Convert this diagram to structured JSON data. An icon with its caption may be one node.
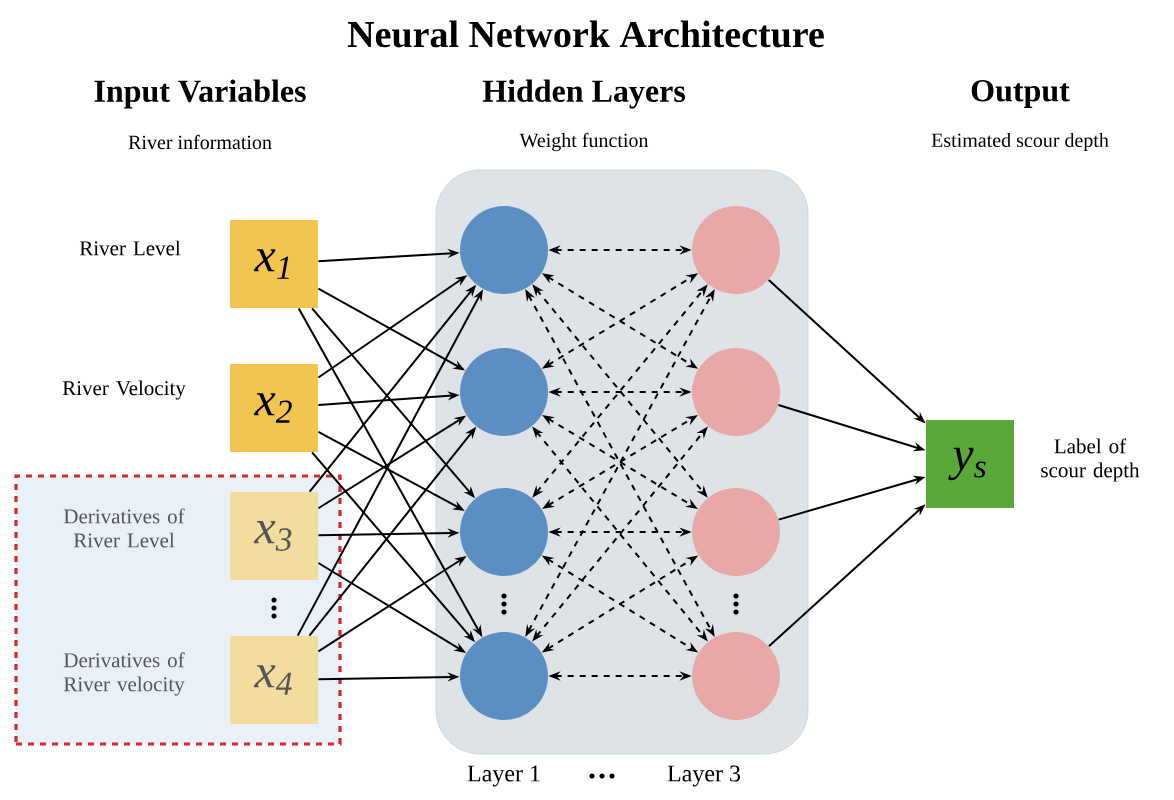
{
  "diagram": {
    "title": "Neural Network Architecture",
    "nodes": [
      {
        "text": [
          "x$_{1}$"
        ],
        "beside": [
          "River Level"
        ]
      },
      {
        "text": [
          "x$_{2}$"
        ],
        "beside": [
          "River Velocity"
        ]
      },
      {
        "text": [],
        "shape": "box"
      },
      {
        "text": [
          "x$_{3}$"
        ],
        "beside": [
          "Derivatives of River Level"
        ],
        "in": 2
      },
      {
        "text": [
          "x$_{4}$"
        ],
        "beside": [
          "Derivatives of River velocity"
        ],
        "in": 2
      },
      {
        "text": [],
        "shape": "box"
      },
      {
        "text": [],
        "shape": "circle",
        "in": 5
      },
      {
        "text": [],
        "shape": "circle",
        "in": 5
      },
      {
        "text": [],
        "shape": "circle",
        "in": 5
      },
      {
        "text": [],
        "shape": "circle",
        "in": 5
      },
      {
        "text": [],
        "shape": "circle",
        "in": 5
      },
      {
        "text": [],
        "shape": "circle",
        "in": 5
      },
      {
        "text": [],
        "shape": "circle",
        "in": 5
      },
      {
        "text": [],
        "shape": "circle",
        "in": 5
      },
      {
        "text": [
          "y$_{s}$"
        ],
        "beside": [
          "Label of scour depth"
        ]
      }
    ],
    "edges": [
      {
        "from": 0,
        "to": 6,
        "arrow": "to"
      },
      {
        "from": 0,
        "to": 7,
        "arrow": "to"
      },
      {
        "from": 0,
        "to": 8,
        "arrow": "to"
      },
      {
        "from": 0,
        "to": 9,
        "arrow": "to"
      },
      {
        "from": 1,
        "to": 6,
        "arrow": "to"
      },
      {
        "from": 1,
        "to": 7,
        "arrow": "to"
      },
      {
        "from": 1,
        "to": 8,
        "arrow": "to"
      },
      {
        "from": 1,
        "to": 9,
        "arrow": "to"
      },
      {
        "from": 3,
        "to": 6,
        "arrow": "to"
      },
      {
        "from": 3,
        "to": 7,
        "arrow": "to"
      },
      {
        "from": 3,
        "to": 8,
        "arrow": "to"
      },
      {
        "from": 3,
        "to": 9,
        "arrow": "to"
      },
      {
        "from": 4,
        "to": 6,
        "arrow": "to"
      },
      {
        "from": 4,
        "to": 7,
        "arrow": "to"
      },
      {
        "from": 4,
        "to": 8,
        "arrow": "to"
      },
      {
        "from": 4,
        "to": 9,
        "arrow": "to"
      },
      {
        "from": 6,
        "to": 10,
        "arrow": "both",
        "style": "dashed"
      },
      {
        "from": 6,
        "to": 11,
        "arrow": "both",
        "style": "dashed"
      },
      {
        "from": 6,
        "to": 12,
        "arrow": "both",
        "style": "dashed"
      },
      {
        "from": 6,
        "to": 13,
        "arrow": "both",
        "style": "dashed"
      },
      {
        "from": 7,
        "to": 10,
        "arrow": "both",
        "style": "dashed"
      },
      {
        "from": 7,
        "to": 11,
        "arrow": "both",
        "style": "dashed"
      },
      {
        "from": 7,
        "to": 12,
        "arrow": "both",
        "style": "dashed"
      },
      {
        "from": 7,
        "to": 13,
        "arrow": "both",
        "style": "dashed"
      },
      {
        "from": 8,
        "to": 10,
        "arrow": "both",
        "style": "dashed"
      },
      {
        "from": 8,
        "to": 11,
        "arrow": "both",
        "style": "dashed"
      },
      {
        "from": 8,
        "to": 12,
        "arrow": "both",
        "style": "dashed"
      },
      {
        "from": 8,
        "to": 13,
        "arrow": "both",
        "style": "dashed"
      },
      {
        "from": 9,
        "to": 10,
        "arrow": "both",
        "style": "dashed"
      },
      {
        "from": 9,
        "to": 11,
        "arrow": "both",
        "style": "dashed"
      },
      {
        "from": 9,
        "to": 12,
        "arrow": "both",
        "style": "dashed"
      },
      {
        "from": 9,
        "to": 13,
        "arrow": "both",
        "style": "dashed"
      },
      {
        "from": 10,
        "to": 14,
        "arrow": "to"
      },
      {
        "from": 11,
        "to": 14,
        "arrow": "to"
      },
      {
        "from": 12,
        "to": 14,
        "arrow": "to"
      },
      {
        "from": 13,
        "to": 14,
        "arrow": "to"
      }
    ],
    "labels": [
      "Input Variables",
      "River information",
      "Hidden Layers",
      "Weight function",
      "Output",
      "Estimated scour depth",
      "Layer 1",
      "Layer 3"
    ]
  }
}
